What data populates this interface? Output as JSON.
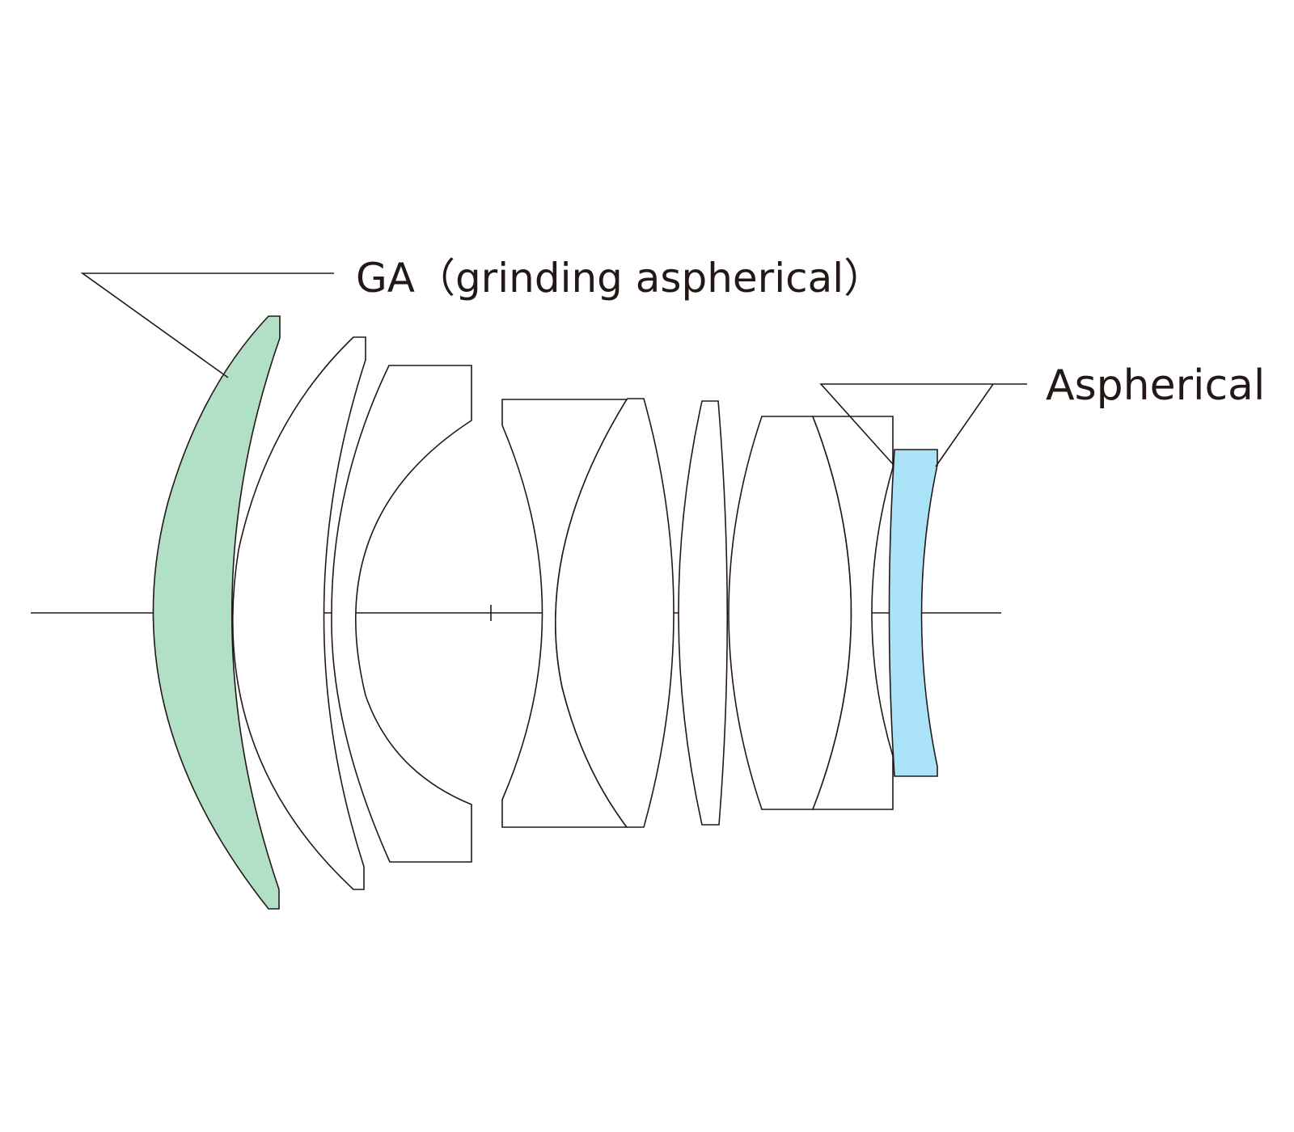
{
  "colors": {
    "ga_element": "#b2e0c6",
    "aspherical_element": "#aae3f7",
    "stroke": "#231815",
    "background": "#ffffff"
  },
  "labels": {
    "ga": "GA（grinding aspherical）",
    "aspherical": "Aspherical"
  },
  "elements": [
    {
      "id": 1,
      "type": "GA"
    },
    {
      "id": 2,
      "type": "standard"
    },
    {
      "id": 3,
      "type": "standard"
    },
    {
      "id": 4,
      "type": "standard"
    },
    {
      "id": 5,
      "type": "standard"
    },
    {
      "id": 6,
      "type": "standard"
    },
    {
      "id": 7,
      "type": "standard"
    },
    {
      "id": 8,
      "type": "standard"
    },
    {
      "id": 9,
      "type": "standard"
    },
    {
      "id": 10,
      "type": "standard"
    },
    {
      "id": 11,
      "type": "aspherical"
    }
  ]
}
